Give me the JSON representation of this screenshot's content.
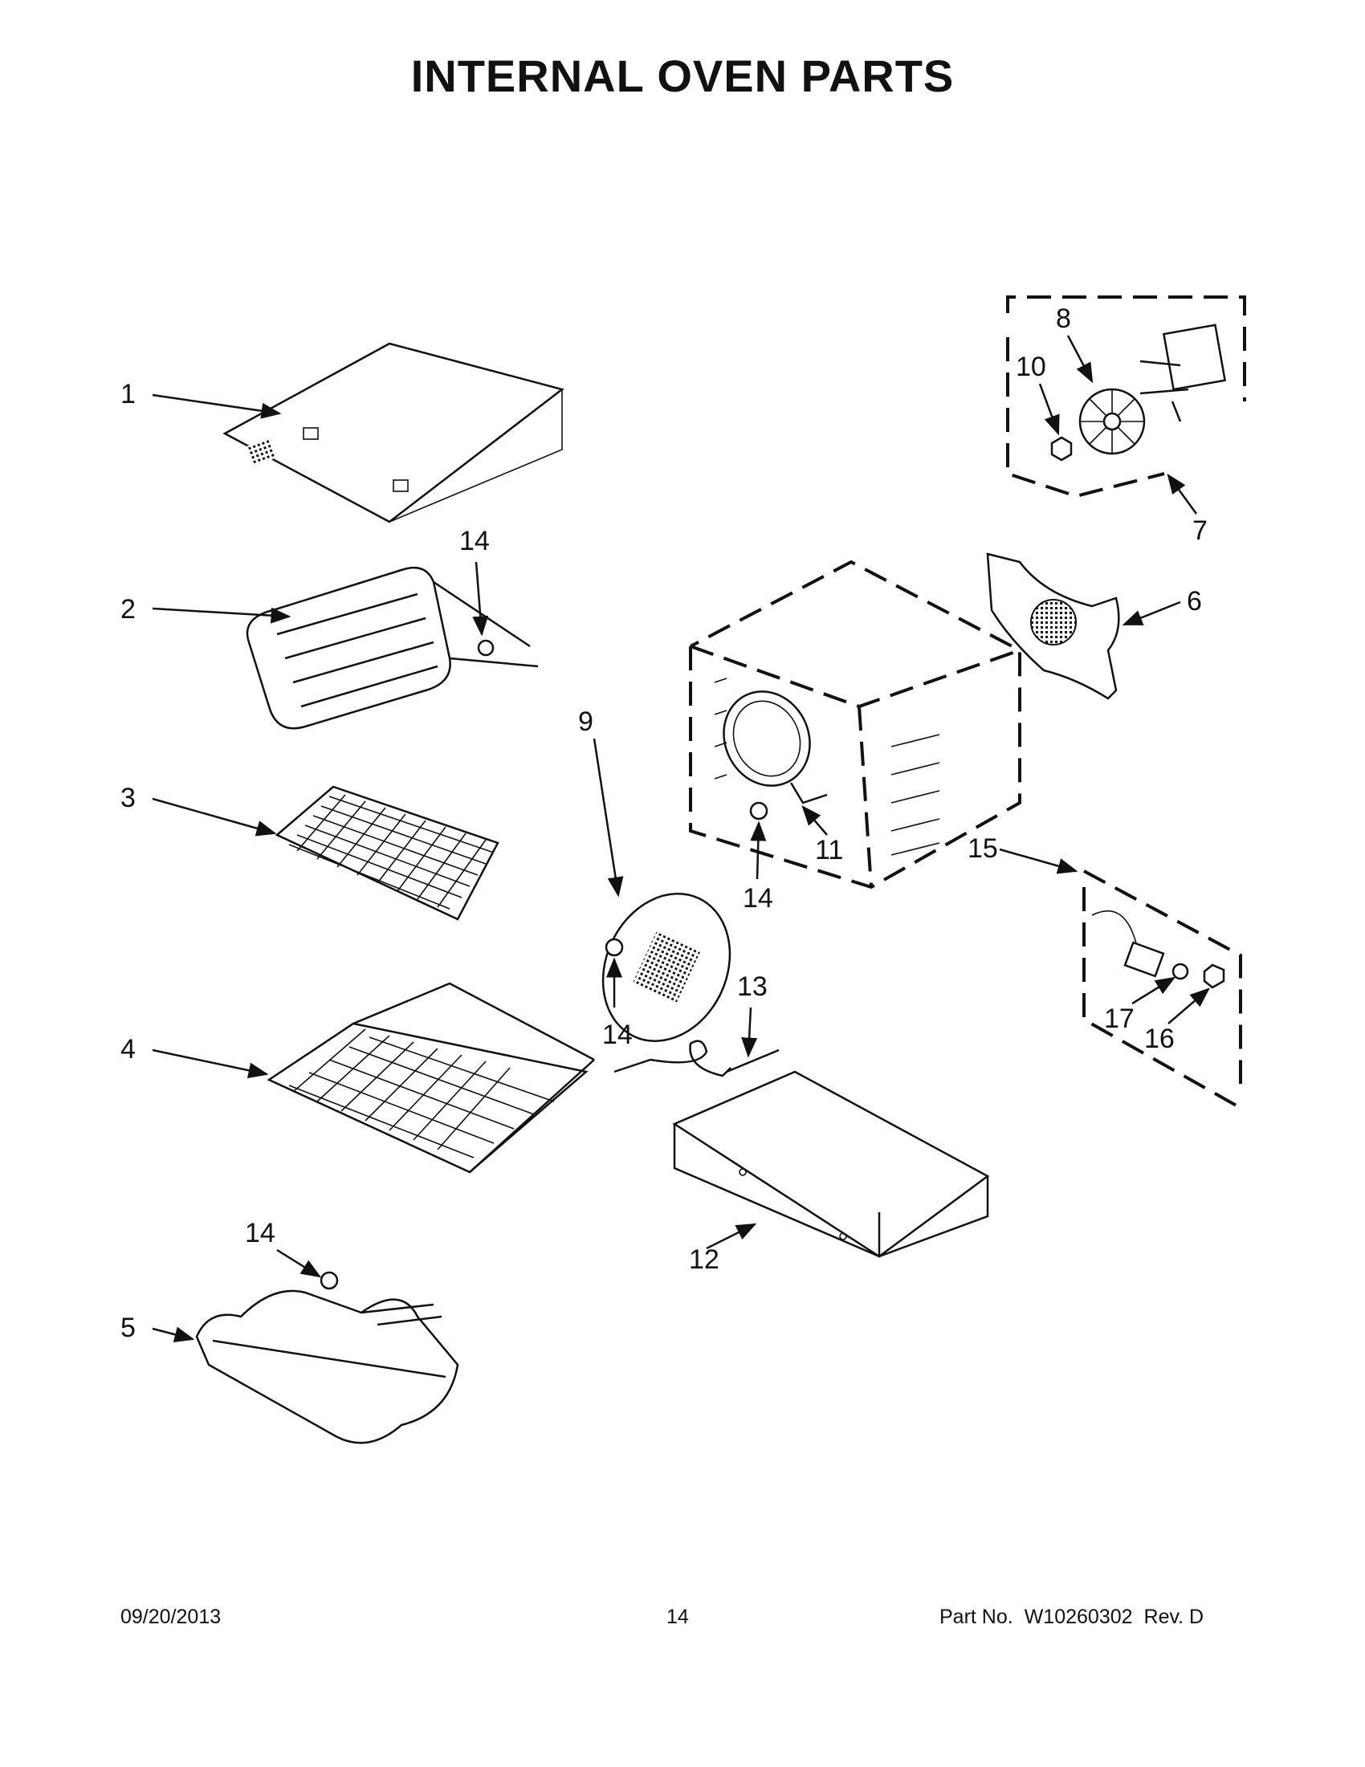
{
  "page": {
    "title": "INTERNAL OVEN PARTS",
    "footer": {
      "date": "09/20/2013",
      "page_number": "14",
      "part_label": "Part No.",
      "part_number": "W10260302",
      "revision": "Rev. D"
    }
  },
  "callouts": {
    "c1": "1",
    "c2": "2",
    "c3": "3",
    "c4": "4",
    "c5": "5",
    "c6": "6",
    "c7": "7",
    "c8": "8",
    "c9": "9",
    "c10": "10",
    "c11": "11",
    "c12": "12",
    "c13": "13",
    "c14a": "14",
    "c14b": "14",
    "c14c": "14",
    "c14d": "14",
    "c15": "15",
    "c16": "16",
    "c17": "17"
  }
}
